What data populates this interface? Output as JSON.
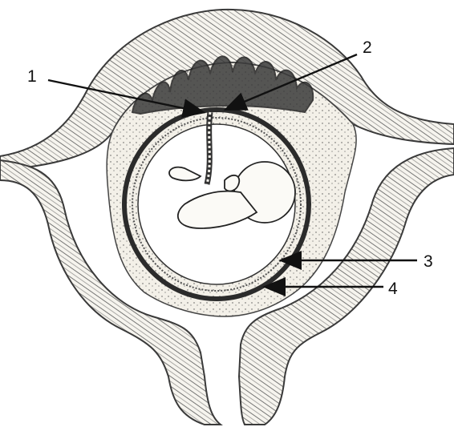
{
  "diagram": {
    "labels": [
      {
        "id": "1",
        "text": "1"
      },
      {
        "id": "2",
        "text": "2"
      },
      {
        "id": "3",
        "text": "3"
      },
      {
        "id": "4",
        "text": "4"
      }
    ],
    "colors": {
      "ink": "#111111",
      "tissue_fill": "#f4f1ea",
      "muscle_stroke": "#3a3a3a",
      "membrane_dark": "#2b2b2b",
      "fetus_fill": "#fbfaf6"
    }
  }
}
